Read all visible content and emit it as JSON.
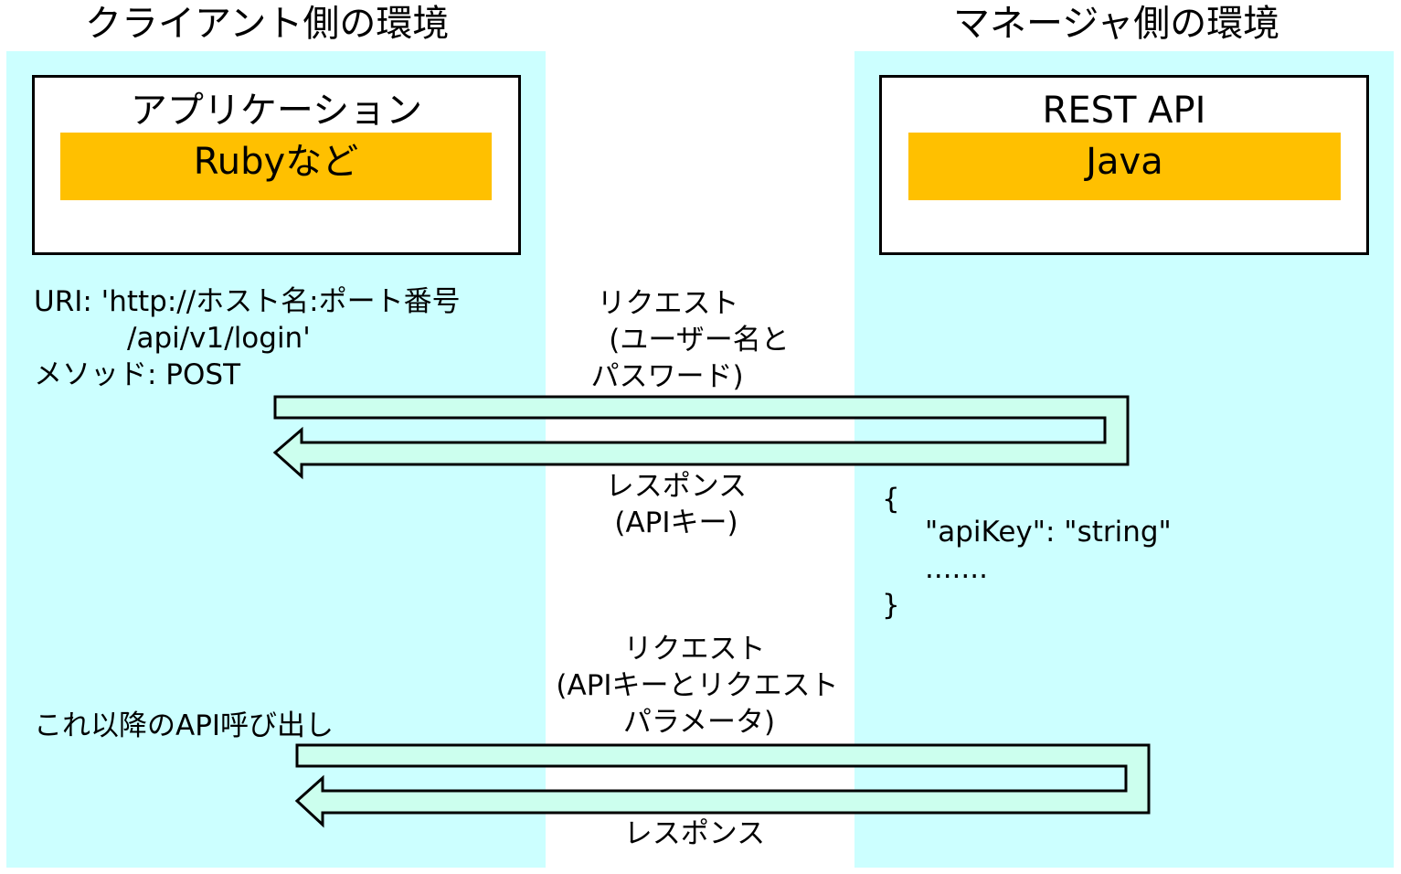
{
  "colors": {
    "panel": "#ccffff",
    "lang_box": "#ffc000",
    "arrow_fill": "#ccffee"
  },
  "client_env": {
    "title": "クライアント側の環境",
    "app_box": {
      "title": "アプリケーション",
      "lang": "Rubyなど"
    },
    "uri_label": "URI: 'http://ホスト名:ポート番号",
    "uri_path": "/api/v1/login'",
    "method": "メソッド: POST",
    "subsequent_calls": "これ以降のAPI呼び出し"
  },
  "manager_env": {
    "title": "マネージャ側の環境",
    "api_box": {
      "title": "REST API",
      "lang": "Java"
    },
    "json_sample": {
      "open": "{",
      "line1": "\"apiKey\": \"string\"",
      "line2": ".......",
      "close": "}"
    }
  },
  "exchange1": {
    "request": [
      "リクエスト",
      "(ユーザー名と",
      "パスワード)"
    ],
    "response": [
      "レスポンス",
      "(APIキー)"
    ]
  },
  "exchange2": {
    "request": [
      "リクエスト",
      "(APIキーとリクエスト",
      "パラメータ)"
    ],
    "response": [
      "レスポンス"
    ]
  }
}
